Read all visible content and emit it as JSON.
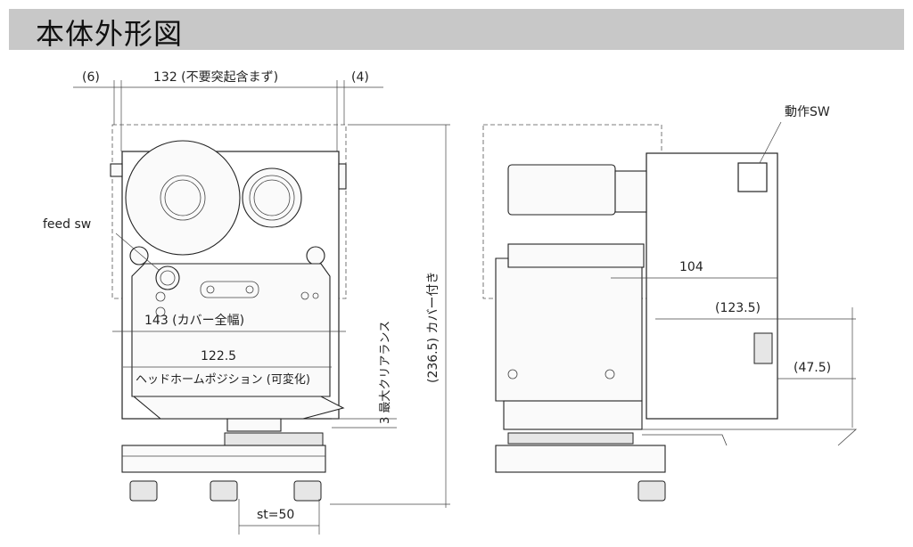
{
  "title": "本体外形図",
  "front_view": {
    "dim_left_margin": "(6)",
    "dim_width": "132 (不要突起含まず)",
    "dim_right_margin": "(4)",
    "feed_sw_label": "feed sw",
    "dim_cover_width": "143 (カバー全幅)",
    "dim_head": "122.5",
    "head_position_label": "ヘッドホームポジション (可変化)",
    "clearance_label": "3 最大クリアランス",
    "stroke_label": "st=50",
    "height_label": "(236.5) カバー付き"
  },
  "side_view": {
    "switch_label": "動作SW",
    "dim_104": "104",
    "dim_123_5": "(123.5)",
    "dim_47_5": "(47.5)"
  }
}
